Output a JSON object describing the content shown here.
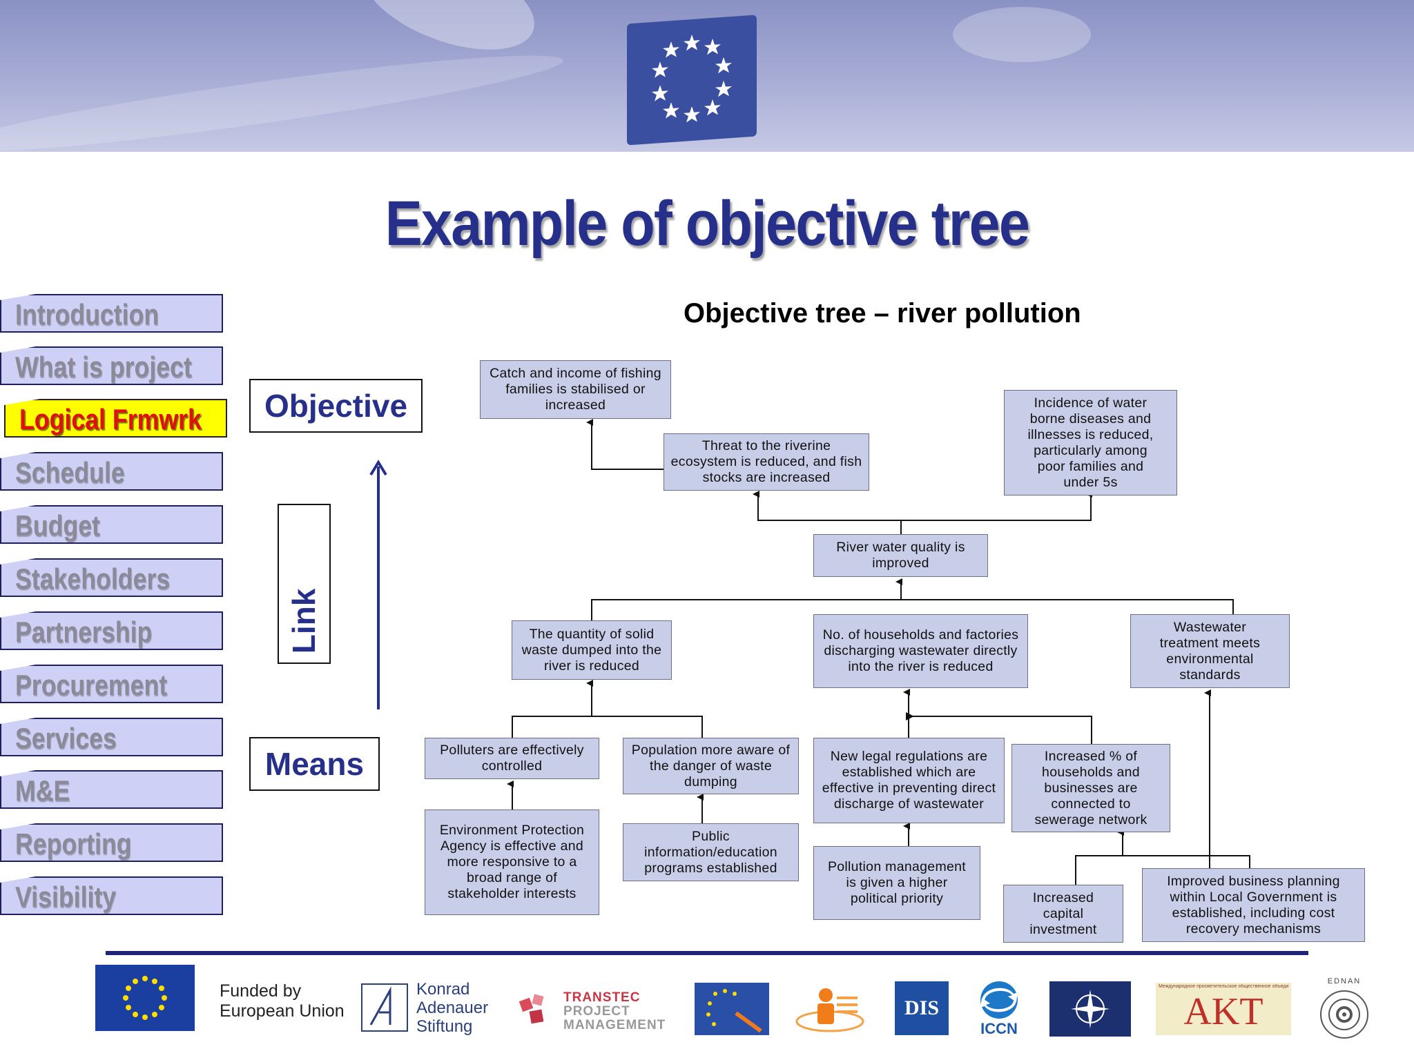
{
  "slide_title": "Example of objective tree",
  "diagram_title": "Objective tree – river pollution",
  "nav": {
    "items": [
      {
        "label": "Introduction"
      },
      {
        "label": "What is project"
      },
      {
        "label": "Logical Frmwrk"
      },
      {
        "label": "Schedule"
      },
      {
        "label": "Budget"
      },
      {
        "label": "Stakeholders"
      },
      {
        "label": "Partnership"
      },
      {
        "label": "Procurement"
      },
      {
        "label": "Services"
      },
      {
        "label": "M&E"
      },
      {
        "label": "Reporting"
      },
      {
        "label": "Visibility"
      }
    ],
    "active_index": 2,
    "active_color": "#ffff00"
  },
  "side": {
    "objective": "Objective",
    "link": "Link",
    "means": "Means"
  },
  "tree": {
    "nodes": [
      {
        "id": "catch",
        "text": "Catch and income of fishing families is stabilised or increased"
      },
      {
        "id": "threat",
        "text": "Threat to the riverine ecosystem is reduced, and fish stocks are increased"
      },
      {
        "id": "incidence",
        "text": "Incidence of water borne diseases and illnesses is reduced, particularly among poor families and under 5s"
      },
      {
        "id": "river",
        "text": "River water quality is improved"
      },
      {
        "id": "solid",
        "text": "The quantity of solid waste dumped into the river is reduced"
      },
      {
        "id": "households",
        "text": "No. of households and factories discharging wastewater directly into the river is reduced"
      },
      {
        "id": "wastewater",
        "text": "Wastewater treatment meets environmental standards"
      },
      {
        "id": "polluters",
        "text": "Polluters are effectively controlled"
      },
      {
        "id": "population",
        "text": "Population more aware of the danger of waste dumping"
      },
      {
        "id": "regulations",
        "text": "New legal regulations are established which are effective in preventing direct discharge of wastewater"
      },
      {
        "id": "increased_pct",
        "text": "Increased % of households and businesses are connected to sewerage network"
      },
      {
        "id": "epa",
        "text": "Environment Protection Agency is effective and more responsive to a broad range of stakeholder interests"
      },
      {
        "id": "public",
        "text": "Public information/education programs established"
      },
      {
        "id": "pollution_mgmt",
        "text": "Pollution management is given a higher political priority"
      },
      {
        "id": "capital",
        "text": "Increased capital investment"
      },
      {
        "id": "planning",
        "text": "Improved business planning within Local Government is established, including cost recovery mechanisms"
      }
    ],
    "box_color": "#c8cde8"
  },
  "footer": {
    "funded_line1": "Funded by",
    "funded_line2": "European Union",
    "konrad": [
      "Konrad",
      "Adenauer",
      "Stiftung"
    ],
    "transtec": [
      "TRANSTEC",
      "PROJECT",
      "MANAGEMENT"
    ],
    "dis_label": "DIS",
    "iccn_label": "ICCN",
    "akt_small": "Международное просветительское общественное объединение",
    "akt_label": "AKT",
    "last_logo_text": "EDNAN"
  },
  "colors": {
    "title": "#262f8a",
    "footer_rule": "#1f247a",
    "eu_blue": "#1b3fa0",
    "eu_star": "#ffdd00"
  }
}
